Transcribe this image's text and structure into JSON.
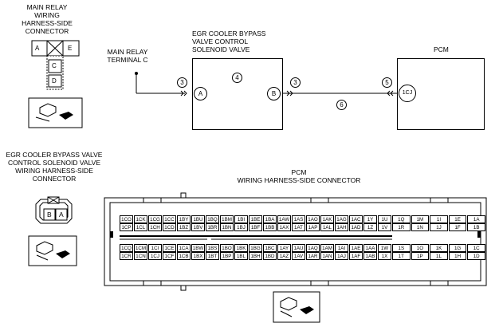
{
  "main_relay_connector": {
    "title_lines": [
      "MAIN RELAY",
      "WIRING",
      "HARNESS-SIDE",
      "CONNECTOR"
    ],
    "pin_a": "A",
    "pin_e": "E",
    "pin_c": "C",
    "pin_d": "D"
  },
  "main_relay_terminal": {
    "lines": [
      "MAIN RELAY",
      "TERMINAL C"
    ]
  },
  "egr_valve_block": {
    "title_lines": [
      "EGR COOLER BYPASS",
      "VALVE CONTROL",
      "SOLENOID VALVE"
    ],
    "terminal_a": "A",
    "terminal_b": "B"
  },
  "pcm_block": {
    "title": "PCM",
    "terminal": "1CJ"
  },
  "wire_numbers": {
    "left_3": "3",
    "coil_4": "4",
    "right_3": "3",
    "pcm_5": "5",
    "wire_6": "6"
  },
  "egr_connector": {
    "title_lines": [
      "EGR COOLER BYPASS VALVE",
      "CONTROL SOLENOID VALVE",
      "WIRING HARNESS-SIDE",
      "CONNECTOR"
    ],
    "pin_b": "B",
    "pin_a": "A"
  },
  "pcm_connector": {
    "title_lines": [
      "PCM",
      "WIRING HARNESS-SIDE CONNECTOR"
    ],
    "upper_left_row1": [
      "1CO",
      "1CK",
      "1CG",
      "1CC",
      "1BY",
      "1BU",
      "1BQ",
      "1BM",
      "1BI",
      "1BE",
      "1BA",
      "1AW",
      "1AS",
      "1AO",
      "1AK",
      "1AG",
      "1AC",
      "1Y",
      "1U"
    ],
    "upper_left_row2": [
      "1CP",
      "1CL",
      "1CH",
      "1CD",
      "1BZ",
      "1BV",
      "1BR",
      "1BN",
      "1BJ",
      "1BF",
      "1BB",
      "1AX",
      "1AT",
      "1AP",
      "1AL",
      "1AH",
      "1AD",
      "1Z",
      "1V"
    ],
    "upper_right_row1": [
      "1Q",
      "1M",
      "1I",
      "1E",
      "1A"
    ],
    "upper_right_row2": [
      "1R",
      "1N",
      "1J",
      "1F",
      "1B"
    ],
    "lower_left_row1": [
      "1CQ",
      "1CM",
      "1CI",
      "1CE",
      "1CA",
      "1BW",
      "1BS",
      "1BO",
      "1BK",
      "1BG",
      "1BC",
      "1AY",
      "1AU",
      "1AQ",
      "1AM",
      "1AI",
      "1AE",
      "1AA",
      "1W"
    ],
    "lower_left_row2": [
      "1CR",
      "1CN",
      "1CJ",
      "1CF",
      "1CB",
      "1BX",
      "1BT",
      "1BP",
      "1BL",
      "1BH",
      "1BD",
      "1AZ",
      "1AV",
      "1AR",
      "1AN",
      "1AJ",
      "1AF",
      "1AB",
      "1X"
    ],
    "lower_right_row1": [
      "1S",
      "1O",
      "1K",
      "1G",
      "1C"
    ],
    "lower_right_row2": [
      "1T",
      "1P",
      "1L",
      "1H",
      "1D"
    ]
  }
}
